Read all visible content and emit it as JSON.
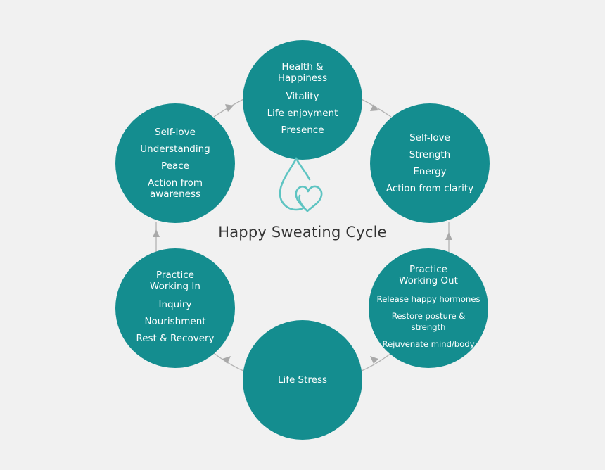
{
  "colors": {
    "background": "#f1f1f1",
    "node_fill": "#148d8f",
    "node_text": "#ffffff",
    "connector": "#b3b3b3",
    "logo_stroke": "#5ec4c2",
    "title_text": "#333333"
  },
  "center": {
    "title": "Happy Sweating Cycle",
    "logo_icon": "droplet-heart-icon"
  },
  "nodes": {
    "top": {
      "title": "Health &\nHappiness",
      "items": [
        "Vitality",
        "Life enjoyment",
        "Presence"
      ]
    },
    "upper_right": {
      "title": "",
      "items": [
        "Self-love",
        "Strength",
        "Energy",
        "Action from clarity"
      ]
    },
    "lower_right": {
      "title": "Practice\nWorking Out",
      "items": [
        "Release happy hormones",
        "Restore posture & strength",
        "Rejuvenate mind/body"
      ]
    },
    "bottom": {
      "title": "Life Stress",
      "items": []
    },
    "lower_left": {
      "title": "Practice\nWorking In",
      "items": [
        "Inquiry",
        "Nourishment",
        "Rest & Recovery"
      ]
    },
    "upper_left": {
      "title": "",
      "items": [
        "Self-love",
        "Understanding",
        "Peace",
        "Action from\nawareness"
      ]
    }
  }
}
